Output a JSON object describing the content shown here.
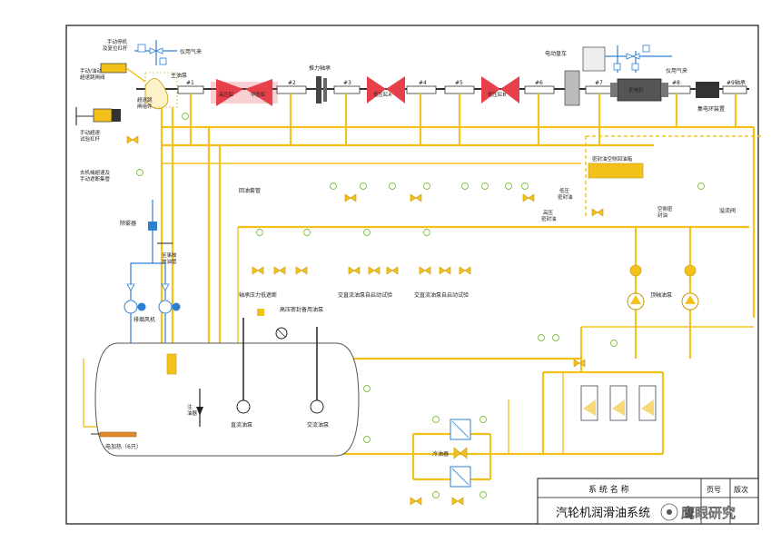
{
  "turbine": {
    "manual_stop": "手动停机及复位杠杆",
    "instrument_air_1": "仪用气来",
    "instrument_air_2": "仪用气来",
    "manual_overspeed": "手动/油动超速跳闸阀",
    "manual_trip_lever": "手动超速试验杠杆",
    "mech_overspeed": "去机械超速及手动遮断集管",
    "main_pump": "主油泵",
    "overspeed_assembly": "超速跳闸组件",
    "thrust_bearing": "推力轴承",
    "barring_gear": "电动盘车",
    "hp_cylinder": "高压缸",
    "ip_cylinder": "中压缸",
    "lp_a": "低压缸A",
    "lp_b": "低压缸B",
    "generator": "发电机",
    "collector_ring": "集电环装置",
    "bearings": [
      "#1",
      "#2",
      "#3",
      "#4",
      "#5",
      "#6",
      "#7",
      "#8",
      "#9轴承"
    ]
  },
  "piping": {
    "return_header": "回油套管",
    "seal_oil_tank": "密封油空侧回油箱",
    "lp_seal": "低压密封油",
    "hp_seal": "高压密封油",
    "air_seal": "空侧密封油",
    "overflow_valve": "溢流阀",
    "jacking_pump": "顶轴油泵",
    "bearing_low_trip": "轴承压力低遮断",
    "ac_pump_test_1": "交直流油泵自启动试验",
    "ac_pump_test_2": "交直流油泵自启动试验",
    "hp_seal_backup": "高压密封备用油泵"
  },
  "tank": {
    "demister": "除雾器",
    "to_vent": "至事故放油管",
    "exhaust_fan": "排烟风机",
    "strainer": "注油器",
    "dc_pump": "直流油泵",
    "ac_pump": "交流油泵",
    "heater": "电加热（6只）",
    "cooler": "冷油器"
  },
  "title_block": {
    "system_label": "系 统 名 称",
    "page_label": "页号",
    "version_label": "版次",
    "system_name": "汽轮机润滑油系统"
  },
  "watermark": "鹰眼研究",
  "colors": {
    "oil": "#f2c21b",
    "air": "#2d7fd0",
    "casing": "#e8404a",
    "gauge": "#7cbf3a"
  }
}
